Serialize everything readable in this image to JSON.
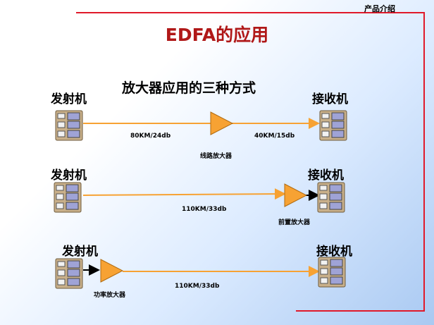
{
  "header": {
    "section_label": "产品介绍",
    "title": "EDFA的应用",
    "subtitle": "放大器应用的三种方式"
  },
  "scenarios": [
    {
      "transmitter": "发射机",
      "receiver": "接收机",
      "link_1": "80KM/24db",
      "link_2": "40KM/15db",
      "amplifier": "线路放大器"
    },
    {
      "transmitter": "发射机",
      "receiver": "接收机",
      "link": "110KM/33db",
      "amplifier": "前置放大器"
    },
    {
      "transmitter": "发射机",
      "receiver": "接收机",
      "link": "110KM/33db",
      "amplifier": "功率放大器"
    }
  ],
  "colors": {
    "frame": "#e0192a",
    "title": "#b01818",
    "link_line": "#f7a233",
    "amplifier": "#f7a233",
    "device_body": "#c9b08a",
    "device_ports": "#9fa3d6"
  },
  "icons": {
    "device": "network-device-icon",
    "amplifier": "triangle-amplifier-icon"
  }
}
